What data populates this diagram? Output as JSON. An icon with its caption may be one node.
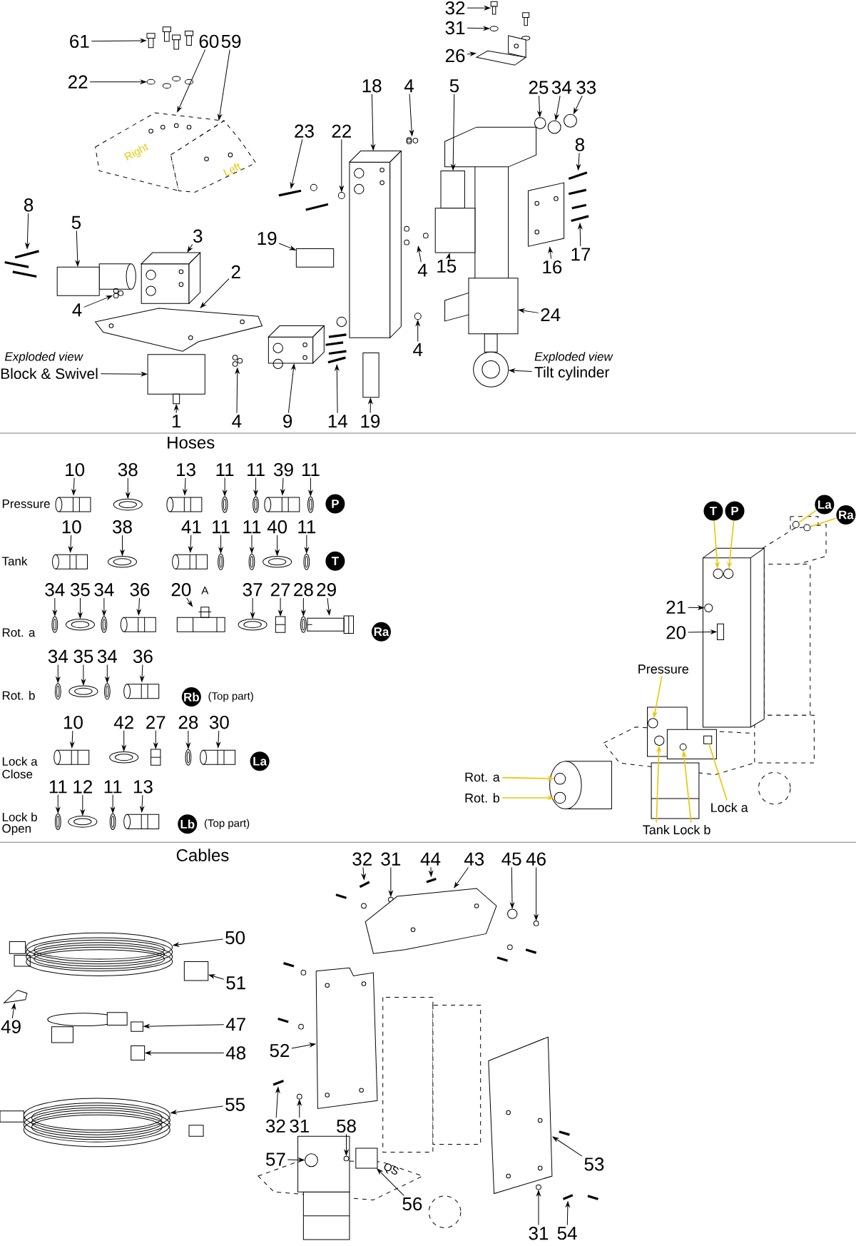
{
  "diagram": {
    "nodes": [
      {
        "text": [
          "61"
        ]
      },
      {
        "text": [
          "22"
        ]
      },
      {
        "text": [
          "60"
        ]
      },
      {
        "text": [
          "59"
        ]
      },
      {
        "text": [
          "18"
        ]
      },
      {
        "text": [
          "4"
        ]
      },
      {
        "text": [
          "5"
        ]
      },
      {
        "text": [
          "32"
        ]
      },
      {
        "text": [
          "31"
        ]
      },
      {
        "text": [
          "26"
        ]
      },
      {
        "text": [
          "25"
        ]
      },
      {
        "text": [
          "34"
        ]
      },
      {
        "text": [
          "33"
        ]
      },
      {
        "text": [
          "23"
        ]
      },
      {
        "text": [
          "22"
        ]
      },
      {
        "text": [
          "8"
        ]
      },
      {
        "text": [
          "8"
        ]
      },
      {
        "text": [
          "5"
        ]
      },
      {
        "text": [
          "3"
        ]
      },
      {
        "text": [
          "19"
        ]
      },
      {
        "text": [
          "2"
        ]
      },
      {
        "text": [
          "4"
        ]
      },
      {
        "text": [
          "15"
        ]
      },
      {
        "text": [
          "16"
        ]
      },
      {
        "text": [
          "17"
        ]
      },
      {
        "text": [
          "4"
        ]
      },
      {
        "text": [
          "24"
        ]
      },
      {
        "text": [
          "4"
        ]
      },
      {
        "text": [
          "Block & Swivel"
        ]
      },
      {
        "text": [
          "Tilt cylinder"
        ]
      },
      {
        "text": [
          "1"
        ]
      },
      {
        "text": [
          "4"
        ]
      },
      {
        "text": [
          "9"
        ]
      },
      {
        "text": [
          "14"
        ]
      },
      {
        "text": [
          "19"
        ]
      },
      {
        "text": [
          "10"
        ]
      },
      {
        "text": [
          "38"
        ]
      },
      {
        "text": [
          "13"
        ]
      },
      {
        "text": [
          "11"
        ]
      },
      {
        "text": [
          "11"
        ]
      },
      {
        "text": [
          "39"
        ]
      },
      {
        "text": [
          "11"
        ]
      },
      {
        "text": [
          "P"
        ]
      },
      {
        "text": [
          "10"
        ]
      },
      {
        "text": [
          "38"
        ]
      },
      {
        "text": [
          "41"
        ]
      },
      {
        "text": [
          "11"
        ]
      },
      {
        "text": [
          "11"
        ]
      },
      {
        "text": [
          "40"
        ]
      },
      {
        "text": [
          "11"
        ]
      },
      {
        "text": [
          "T"
        ]
      },
      {
        "text": [
          "34"
        ]
      },
      {
        "text": [
          "35"
        ]
      },
      {
        "text": [
          "34"
        ]
      },
      {
        "text": [
          "36"
        ]
      },
      {
        "text": [
          "20"
        ]
      },
      {
        "text": [
          "37"
        ]
      },
      {
        "text": [
          "27"
        ]
      },
      {
        "text": [
          "28"
        ]
      },
      {
        "text": [
          "29"
        ]
      },
      {
        "text": [
          "Ra"
        ]
      },
      {
        "text": [
          "34"
        ]
      },
      {
        "text": [
          "35"
        ]
      },
      {
        "text": [
          "34"
        ]
      },
      {
        "text": [
          "36"
        ]
      },
      {
        "text": [
          "Rb"
        ],
        "beside": [
          "(Top part)"
        ]
      },
      {
        "text": [
          "10"
        ]
      },
      {
        "text": [
          "42"
        ]
      },
      {
        "text": [
          "27"
        ]
      },
      {
        "text": [
          "28"
        ]
      },
      {
        "text": [
          "30"
        ]
      },
      {
        "text": [
          "La"
        ]
      },
      {
        "text": [
          "11"
        ]
      },
      {
        "text": [
          "12"
        ]
      },
      {
        "text": [
          "11"
        ]
      },
      {
        "text": [
          "13"
        ]
      },
      {
        "text": [
          "Lb"
        ],
        "beside": [
          "(Top part)"
        ]
      },
      {
        "text": [
          "T"
        ]
      },
      {
        "text": [
          "P"
        ]
      },
      {
        "text": [
          "La"
        ]
      },
      {
        "text": [
          "Ra"
        ]
      },
      {
        "text": [
          "21"
        ]
      },
      {
        "text": [
          "20"
        ]
      },
      {
        "text": [
          "Pressure"
        ]
      },
      {
        "text": [
          "Rot. a"
        ]
      },
      {
        "text": [
          "Rot. b"
        ]
      },
      {
        "text": [
          "Lock a"
        ]
      },
      {
        "text": [
          "Tank"
        ]
      },
      {
        "text": [
          "Lock b"
        ]
      },
      {
        "text": [
          "32"
        ]
      },
      {
        "text": [
          "31"
        ]
      },
      {
        "text": [
          "44"
        ]
      },
      {
        "text": [
          "43"
        ]
      },
      {
        "text": [
          "45"
        ]
      },
      {
        "text": [
          "46"
        ]
      },
      {
        "text": [
          "50"
        ]
      },
      {
        "text": [
          "51"
        ]
      },
      {
        "text": [
          "49"
        ]
      },
      {
        "text": [
          "47"
        ]
      },
      {
        "text": [
          "52"
        ]
      },
      {
        "text": [
          "48"
        ]
      },
      {
        "text": [
          "55"
        ]
      },
      {
        "text": [
          "32"
        ]
      },
      {
        "text": [
          "31"
        ]
      },
      {
        "text": [
          "58"
        ]
      },
      {
        "text": [
          "57"
        ]
      },
      {
        "text": [
          "53"
        ]
      },
      {
        "text": [
          "56"
        ]
      },
      {
        "text": [
          "31"
        ]
      },
      {
        "text": [
          "54"
        ]
      },
      {
        "text": [],
        "shape": "picture"
      },
      {
        "text": [],
        "shape": "circle"
      },
      {
        "text": [],
        "shape": "picture"
      },
      {
        "text": [],
        "shape": "picture"
      },
      {
        "text": [],
        "shape": "picture"
      },
      {
        "text": [],
        "shape": "picture"
      },
      {
        "text": [],
        "shape": "box"
      },
      {
        "text": [],
        "shape": "picture"
      },
      {
        "text": [],
        "shape": "circle"
      },
      {
        "text": [],
        "shape": "picture"
      },
      {
        "text": [],
        "shape": "circle"
      },
      {
        "text": [],
        "shape": "circle"
      },
      {
        "text": [],
        "shape": "circle"
      },
      {
        "text": [],
        "shape": "picture"
      },
      {
        "text": [],
        "shape": "circle"
      },
      {
        "text": [],
        "shape": "picture"
      },
      {
        "text": [],
        "shape": "picture"
      },
      {
        "text": [],
        "shape": "box"
      },
      {
        "text": [],
        "shape": "picture"
      },
      {
        "text": [],
        "shape": "box"
      },
      {
        "text": [],
        "shape": "picture"
      },
      {
        "text": [],
        "shape": "picture"
      },
      {
        "text": [],
        "shape": "box"
      },
      {
        "text": [],
        "shape": "picture"
      },
      {
        "text": [],
        "shape": "picture"
      },
      {
        "text": [],
        "shape": "picture"
      },
      {
        "text": [],
        "shape": "box"
      },
      {
        "text": [],
        "shape": "circle"
      },
      {
        "text": [],
        "shape": "box"
      },
      {
        "text": [],
        "shape": "picture"
      },
      {
        "text": [],
        "shape": "box"
      },
      {
        "text": [],
        "shape": "picture"
      },
      {
        "text": [],
        "shape": "picture"
      },
      {
        "text": [],
        "shape": "picture"
      },
      {
        "text": [],
        "shape": "box"
      },
      {
        "text": [],
        "shape": "picture"
      },
      {
        "text": [],
        "shape": "picture"
      },
      {
        "text": [],
        "shape": "picture"
      },
      {
        "text": [],
        "shape": "picture"
      },
      {
        "text": [],
        "shape": "picture"
      },
      {
        "text": [],
        "shape": "picture"
      },
      {
        "text": [],
        "shape": "picture"
      },
      {
        "text": [],
        "shape": "picture"
      },
      {
        "text": [],
        "shape": "picture"
      },
      {
        "text": [],
        "shape": "picture"
      },
      {
        "text": [],
        "shape": "picture"
      },
      {
        "text": [],
        "shape": "picture"
      },
      {
        "text": [],
        "shape": "picture"
      },
      {
        "text": [],
        "shape": "picture"
      },
      {
        "text": [],
        "shape": "picture"
      },
      {
        "text": [],
        "shape": "picture"
      },
      {
        "text": [],
        "shape": "picture"
      },
      {
        "text": [],
        "shape": "picture"
      },
      {
        "text": [],
        "shape": "picture"
      },
      {
        "text": [],
        "shape": "picture"
      },
      {
        "text": [],
        "shape": "picture"
      },
      {
        "text": [],
        "shape": "picture"
      },
      {
        "text": [],
        "shape": "picture"
      },
      {
        "text": [],
        "shape": "picture"
      },
      {
        "text": [],
        "shape": "picture"
      },
      {
        "text": [],
        "shape": "picture"
      },
      {
        "text": [],
        "shape": "picture"
      },
      {
        "text": [],
        "shape": "picture"
      },
      {
        "text": [],
        "shape": "picture"
      },
      {
        "text": [],
        "shape": "picture"
      },
      {
        "text": [],
        "shape": "picture"
      },
      {
        "text": [],
        "shape": "picture"
      },
      {
        "text": [],
        "shape": "picture"
      },
      {
        "text": [],
        "shape": "picture"
      },
      {
        "text": [],
        "shape": "picture"
      },
      {
        "text": [],
        "shape": "picture"
      },
      {
        "text": [],
        "shape": "circle"
      },
      {
        "text": [],
        "shape": "circle"
      },
      {
        "text": [],
        "shape": "circle"
      },
      {
        "text": [],
        "shape": "circle"
      },
      {
        "text": [],
        "shape": "circle"
      },
      {
        "text": [],
        "shape": "box"
      },
      {
        "text": [],
        "shape": "circle"
      },
      {
        "text": [],
        "shape": "circle"
      },
      {
        "text": [],
        "shape": "circle"
      },
      {
        "text": [],
        "shape": "box"
      },
      {
        "text": [],
        "shape": "circle"
      },
      {
        "text": [],
        "shape": "circle"
      },
      {
        "text": [],
        "shape": "picture"
      },
      {
        "text": [],
        "shape": "circle"
      },
      {
        "text": [],
        "shape": "picture"
      },
      {
        "text": [],
        "shape": "picture"
      },
      {
        "text": [],
        "shape": "circle"
      },
      {
        "text": [],
        "shape": "circle"
      },
      {
        "text": [],
        "shape": "picture"
      },
      {
        "text": [],
        "shape": "box"
      },
      {
        "text": [],
        "shape": "picture"
      },
      {
        "text": [],
        "shape": "picture"
      },
      {
        "text": [],
        "shape": "picture"
      },
      {
        "text": [],
        "shape": "box"
      },
      {
        "text": [],
        "shape": "picture"
      },
      {
        "text": [],
        "shape": "picture"
      },
      {
        "text": [],
        "shape": "circle"
      },
      {
        "text": [],
        "shape": "circle"
      },
      {
        "text": [],
        "shape": "circle"
      },
      {
        "text": [],
        "shape": "picture"
      },
      {
        "text": [],
        "shape": "box"
      },
      {
        "text": [],
        "shape": "circle"
      },
      {
        "text": [],
        "shape": "picture"
      }
    ],
    "edges": [
      {
        "from": 0,
        "to": 110,
        "arrow": "to"
      },
      {
        "from": 1,
        "to": 111,
        "arrow": "to"
      },
      {
        "from": 2,
        "to": 112,
        "arrow": "to"
      },
      {
        "from": 3,
        "to": 113,
        "arrow": "to"
      },
      {
        "from": 4,
        "to": 114,
        "arrow": "to"
      },
      {
        "from": 5,
        "to": 115,
        "arrow": "to"
      },
      {
        "from": 6,
        "to": 116,
        "arrow": "to"
      },
      {
        "from": 7,
        "to": 117,
        "arrow": "to"
      },
      {
        "from": 8,
        "to": 118,
        "arrow": "to"
      },
      {
        "from": 9,
        "to": 119,
        "arrow": "to"
      },
      {
        "from": 10,
        "to": 120,
        "arrow": "to"
      },
      {
        "from": 11,
        "to": 121,
        "arrow": "to"
      },
      {
        "from": 12,
        "to": 122,
        "arrow": "to"
      },
      {
        "from": 13,
        "to": 123,
        "arrow": "to"
      },
      {
        "from": 14,
        "to": 124,
        "arrow": "to"
      },
      {
        "from": 15,
        "to": 125,
        "arrow": "to"
      },
      {
        "from": 16,
        "to": 126,
        "arrow": "to"
      },
      {
        "from": 17,
        "to": 127,
        "arrow": "to"
      },
      {
        "from": 18,
        "to": 128,
        "arrow": "to"
      },
      {
        "from": 19,
        "to": 129,
        "arrow": "to"
      },
      {
        "from": 20,
        "to": 130,
        "arrow": "to"
      },
      {
        "from": 21,
        "to": 131,
        "arrow": "to"
      },
      {
        "from": 22,
        "to": 132,
        "arrow": "to"
      },
      {
        "from": 23,
        "to": 133,
        "arrow": "to"
      },
      {
        "from": 24,
        "to": 134,
        "arrow": "to"
      },
      {
        "from": 25,
        "to": 135,
        "arrow": "to"
      },
      {
        "from": 26,
        "to": 136,
        "arrow": "to"
      },
      {
        "from": 27,
        "to": 137,
        "arrow": "to"
      },
      {
        "from": 28,
        "to": 138,
        "arrow": "to"
      },
      {
        "from": 29,
        "to": 139,
        "arrow": "to"
      },
      {
        "from": 30,
        "to": 140,
        "arrow": "to"
      },
      {
        "from": 31,
        "to": 141,
        "arrow": "to"
      },
      {
        "from": 32,
        "to": 142,
        "arrow": "to"
      },
      {
        "from": 33,
        "to": 143,
        "arrow": "to"
      },
      {
        "from": 34,
        "to": 144,
        "arrow": "to"
      },
      {
        "from": 35,
        "to": 145,
        "arrow": "to"
      },
      {
        "from": 36,
        "to": 146,
        "arrow": "to"
      },
      {
        "from": 37,
        "to": 147,
        "arrow": "to"
      },
      {
        "from": 38,
        "to": 148,
        "arrow": "to"
      },
      {
        "from": 39,
        "to": 149,
        "arrow": "to"
      },
      {
        "from": 40,
        "to": 150,
        "arrow": "to"
      },
      {
        "from": 41,
        "to": 151,
        "arrow": "to"
      },
      {
        "from": 43,
        "to": 152,
        "arrow": "to"
      },
      {
        "from": 44,
        "to": 153,
        "arrow": "to"
      },
      {
        "from": 45,
        "to": 154,
        "arrow": "to"
      },
      {
        "from": 46,
        "to": 155,
        "arrow": "to"
      },
      {
        "from": 47,
        "to": 156,
        "arrow": "to"
      },
      {
        "from": 48,
        "to": 157,
        "arrow": "to"
      },
      {
        "from": 49,
        "to": 158,
        "arrow": "to"
      },
      {
        "from": 51,
        "to": 159,
        "arrow": "to"
      },
      {
        "from": 52,
        "to": 160,
        "arrow": "to"
      },
      {
        "from": 53,
        "to": 161,
        "arrow": "to"
      },
      {
        "from": 54,
        "to": 162,
        "arrow": "to"
      },
      {
        "from": 55,
        "to": 163,
        "arrow": "to"
      },
      {
        "from": 56,
        "to": 164,
        "arrow": "to"
      },
      {
        "from": 57,
        "to": 165,
        "arrow": "to"
      },
      {
        "from": 58,
        "to": 166,
        "arrow": "to"
      },
      {
        "from": 59,
        "to": 167,
        "arrow": "to"
      },
      {
        "from": 61,
        "to": 168,
        "arrow": "to"
      },
      {
        "from": 62,
        "to": 169,
        "arrow": "to"
      },
      {
        "from": 63,
        "to": 170,
        "arrow": "to"
      },
      {
        "from": 64,
        "to": 171,
        "arrow": "to"
      },
      {
        "from": 66,
        "to": 172,
        "arrow": "to"
      },
      {
        "from": 67,
        "to": 173,
        "arrow": "to"
      },
      {
        "from": 68,
        "to": 174,
        "arrow": "to"
      },
      {
        "from": 69,
        "to": 175,
        "arrow": "to"
      },
      {
        "from": 70,
        "to": 176,
        "arrow": "to"
      },
      {
        "from": 72,
        "to": 177,
        "arrow": "to"
      },
      {
        "from": 73,
        "to": 178,
        "arrow": "to"
      },
      {
        "from": 74,
        "to": 179,
        "arrow": "to"
      },
      {
        "from": 75,
        "to": 180,
        "arrow": "to"
      },
      {
        "from": 77,
        "to": 181,
        "arrow": "to",
        "color": "#e6c800"
      },
      {
        "from": 78,
        "to": 182,
        "arrow": "to",
        "color": "#e6c800"
      },
      {
        "from": 79,
        "to": 183,
        "arrow": "none",
        "color": "#e6c800"
      },
      {
        "from": 80,
        "to": 184,
        "arrow": "none",
        "color": "#e6c800"
      },
      {
        "from": 81,
        "to": 185,
        "arrow": "to"
      },
      {
        "from": 82,
        "to": 186,
        "arrow": "to"
      },
      {
        "from": 83,
        "to": 187,
        "arrow": "to",
        "color": "#e6c800"
      },
      {
        "from": 84,
        "to": 188,
        "arrow": "to",
        "color": "#e6c800"
      },
      {
        "from": 85,
        "to": 189,
        "arrow": "to",
        "color": "#e6c800"
      },
      {
        "from": 86,
        "to": 190,
        "arrow": "none",
        "color": "#e6c800"
      },
      {
        "from": 87,
        "to": 191,
        "arrow": "to",
        "color": "#e6c800"
      },
      {
        "from": 88,
        "to": 192,
        "arrow": "to",
        "color": "#e6c800"
      },
      {
        "from": 89,
        "to": 193,
        "arrow": "to"
      },
      {
        "from": 90,
        "to": 194,
        "arrow": "to"
      },
      {
        "from": 91,
        "to": 195,
        "arrow": "to"
      },
      {
        "from": 92,
        "to": 196,
        "arrow": "to"
      },
      {
        "from": 93,
        "to": 197,
        "arrow": "to"
      },
      {
        "from": 94,
        "to": 198,
        "arrow": "to"
      },
      {
        "from": 95,
        "to": 199,
        "arrow": "to"
      },
      {
        "from": 96,
        "to": 200,
        "arrow": "to"
      },
      {
        "from": 97,
        "to": 201,
        "arrow": "to"
      },
      {
        "from": 98,
        "to": 202,
        "arrow": "to"
      },
      {
        "from": 99,
        "to": 203,
        "arrow": "to"
      },
      {
        "from": 100,
        "to": 204,
        "arrow": "to"
      },
      {
        "from": 101,
        "to": 205,
        "arrow": "to"
      },
      {
        "from": 102,
        "to": 206,
        "arrow": "to"
      },
      {
        "from": 103,
        "to": 207,
        "arrow": "to"
      },
      {
        "from": 104,
        "to": 208,
        "arrow": "to"
      },
      {
        "from": 105,
        "to": 209,
        "arrow": "to"
      },
      {
        "from": 106,
        "to": 210,
        "arrow": "to"
      },
      {
        "from": 107,
        "to": 211,
        "arrow": "to"
      },
      {
        "from": 108,
        "to": 212,
        "arrow": "to"
      },
      {
        "from": 109,
        "to": 213,
        "arrow": "to"
      }
    ],
    "labels": [
      "Right",
      "Left",
      "Exploded view",
      "Exploded view",
      "Hoses",
      "Pressure",
      "Tank",
      "Rot. a",
      "A",
      "Rot. b",
      "Lock a",
      "Close",
      "Lock b",
      "Open",
      "Cables",
      "QS"
    ]
  }
}
